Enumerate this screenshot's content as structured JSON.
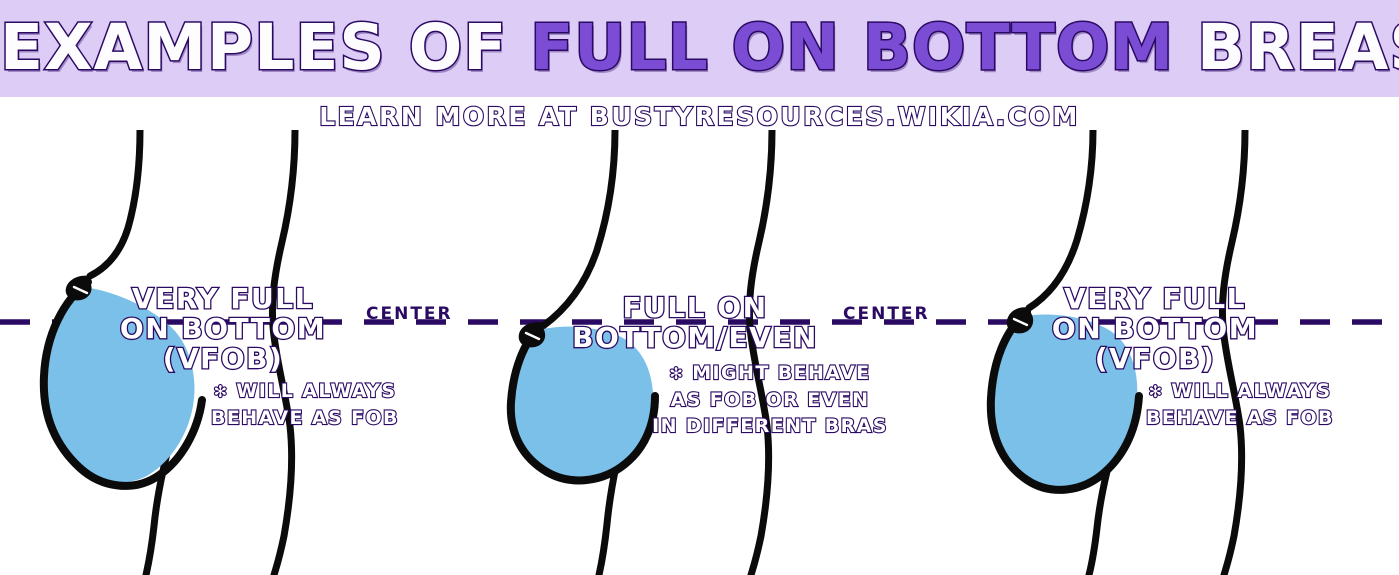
{
  "colors": {
    "header_band": "#DDCDF6",
    "accent_purple": "#7B4DD4",
    "outline_dark": "#2B0A63",
    "breast_fill": "#7BC0E8",
    "body_line": "#0B0B0B",
    "text_white": "#FFFFFF",
    "background": "#FFFFFF"
  },
  "header": {
    "title_parts": [
      {
        "text": "EXAMPLES OF ",
        "accent": false
      },
      {
        "text": "FULL ON BOTTOM",
        "accent": true
      },
      {
        "text": " BREASTS",
        "accent": false
      }
    ],
    "title_plain": "EXAMPLES OF FULL ON BOTTOM BREASTS",
    "subtitle": "LEARN MORE AT BUSTYRESOURCES.WIKIA.COM"
  },
  "center_line": {
    "label_1": "CENTER",
    "label_2": "CENTER",
    "dash_color": "#2B0A63"
  },
  "figures": [
    {
      "id": "vfob-left",
      "label_lines": [
        "VERY FULL",
        "ON BOTTOM",
        "(VFOB)"
      ],
      "label_text": "VERY FULL ON BOTTOM (VFOB)",
      "bullet": "✻",
      "note_lines": [
        "WILL ALWAYS",
        "BEHAVE AS FOB"
      ],
      "note_text": "WILL ALWAYS BEHAVE AS FOB",
      "shape": "very-full-on-bottom"
    },
    {
      "id": "fob-even-middle",
      "label_lines": [
        "FULL ON",
        "BOTTOM/EVEN"
      ],
      "label_text": "FULL ON BOTTOM/EVEN",
      "bullet": "✻",
      "note_lines": [
        "MIGHT BEHAVE",
        "AS FOB OR EVEN",
        "IN DIFFERENT BRAS"
      ],
      "note_text": "MIGHT BEHAVE AS FOB OR EVEN IN DIFFERENT BRAS",
      "shape": "full-on-bottom-even"
    },
    {
      "id": "vfob-right",
      "label_lines": [
        "VERY FULL",
        "ON BOTTOM",
        "(VFOB)"
      ],
      "label_text": "VERY FULL ON BOTTOM (VFOB)",
      "bullet": "✻",
      "note_lines": [
        "WILL ALWAYS",
        "BEHAVE AS FOB"
      ],
      "note_text": "WILL ALWAYS BEHAVE AS FOB",
      "shape": "very-full-on-bottom"
    }
  ]
}
